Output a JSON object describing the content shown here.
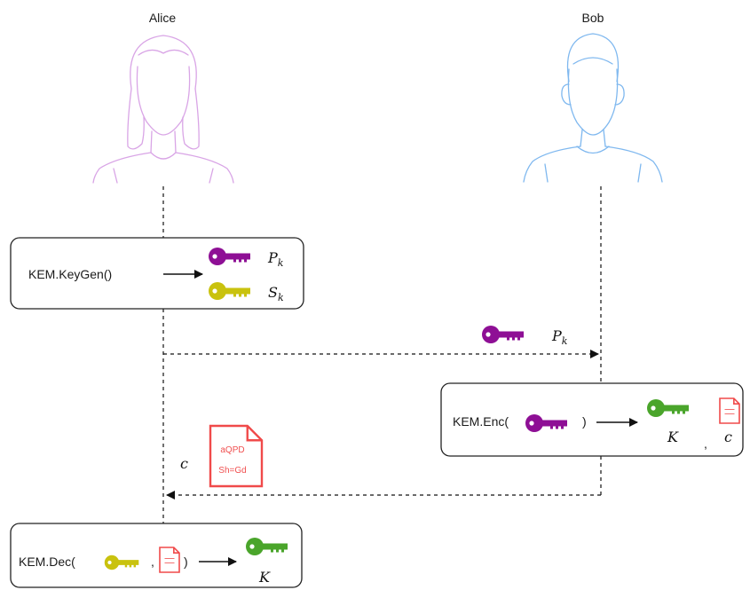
{
  "participants": {
    "alice": {
      "name": "Alice",
      "color": "#d9a5e6"
    },
    "bob": {
      "name": "Bob",
      "color": "#7fb8ef"
    }
  },
  "keygen": {
    "label": "KEM.KeyGen()",
    "public_key": {
      "symbol": "P",
      "subscript": "k",
      "color": "#8e0f95"
    },
    "secret_key": {
      "symbol": "S",
      "subscript": "k",
      "color": "#c9c20e"
    }
  },
  "transfer": {
    "symbol": "P",
    "subscript": "k",
    "color": "#8e0f95"
  },
  "encaps": {
    "label_prefix": "KEM.Enc(",
    "label_suffix": ")",
    "shared_key": {
      "symbol": "K",
      "color": "#4aa52b"
    },
    "separator": ",",
    "ciphertext": {
      "symbol": "c"
    }
  },
  "ciphertext_msg": {
    "symbol": "c",
    "doc_lines": [
      "aQPD",
      "Sh=Gd"
    ],
    "color": "#f04a4a"
  },
  "decaps": {
    "label_prefix": "KEM.Dec(",
    "separator": ",",
    "label_suffix": ")",
    "shared_key": {
      "symbol": "K",
      "color": "#4aa52b"
    }
  }
}
